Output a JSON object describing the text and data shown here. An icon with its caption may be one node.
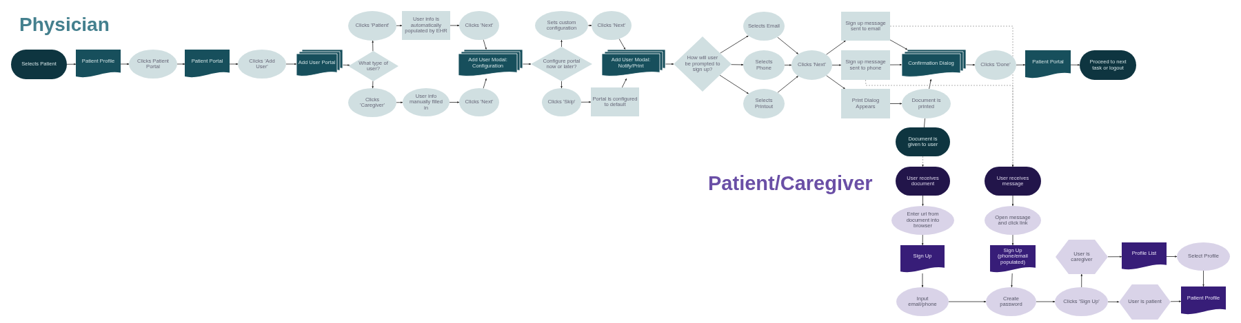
{
  "diagram": {
    "nodes": [
      {
        "text": [
          "Selects Patient"
        ]
      },
      {
        "text": [
          "Patient Profile"
        ]
      },
      {
        "text": [
          "Clicks Patient Portal"
        ]
      },
      {
        "text": [
          "Patient Portal"
        ]
      },
      {
        "text": [
          "Clicks 'Add User'"
        ]
      },
      {
        "text": [
          "Add User Portal"
        ]
      },
      {
        "text": [
          "What type of user?"
        ]
      },
      {
        "text": [
          "Clicks 'Patient'"
        ]
      },
      {
        "text": [
          "User info is automatically populated by EHR"
        ]
      },
      {
        "text": [
          "Clicks 'Next'"
        ]
      },
      {
        "text": [
          "Clicks 'Caregiver'"
        ]
      },
      {
        "text": [
          "User info manually filled in"
        ]
      },
      {
        "text": [
          "Clicks 'Next'"
        ]
      },
      {
        "text": [
          "Add User Modal: Configuration"
        ]
      },
      {
        "text": [
          "Configure portal now or later?"
        ]
      },
      {
        "text": [
          "Sets custom configuration"
        ]
      },
      {
        "text": [
          "Clicks 'Next'"
        ]
      },
      {
        "text": [
          "Clicks 'Skip'"
        ]
      },
      {
        "text": [
          "Portal is configured to default"
        ]
      },
      {
        "text": [
          "Add User Modal: Notify/Print"
        ]
      },
      {
        "text": [
          "How will user be prompted to sign up?"
        ]
      },
      {
        "text": [
          "Selects Email"
        ]
      },
      {
        "text": [
          "Selects Phone"
        ]
      },
      {
        "text": [
          "Selects Printout"
        ]
      },
      {
        "text": [
          "Clicks 'Next'"
        ]
      },
      {
        "text": [
          "Sign up message sent to email"
        ]
      },
      {
        "text": [
          "Sign up message sent to phone"
        ]
      },
      {
        "text": [
          "Print Dialog Appears"
        ]
      },
      {
        "text": [
          "Confirmation Dialog"
        ]
      },
      {
        "text": [
          "Document is printed"
        ]
      },
      {
        "text": [
          "Clicks 'Done'"
        ]
      },
      {
        "text": [
          "Patient Portal"
        ]
      },
      {
        "text": [
          "Proceed to next task or logout"
        ]
      },
      {
        "text": [
          "Document is given to user"
        ]
      },
      {
        "text": [
          "User receives document"
        ]
      },
      {
        "text": [
          "User receives message"
        ]
      },
      {
        "text": [
          "Enter url from document into browser"
        ]
      },
      {
        "text": [
          "Open message and click link"
        ]
      },
      {
        "text": [
          "Sign Up"
        ]
      },
      {
        "text": [
          "Sign Up (phone/email populated)"
        ]
      },
      {
        "text": [
          "Input email/phone"
        ]
      },
      {
        "text": [
          "Create password"
        ]
      },
      {
        "text": [
          "Clicks 'Sign Up'"
        ]
      },
      {
        "text": [
          "User is caregiver"
        ]
      },
      {
        "text": [
          "Profile List"
        ]
      },
      {
        "text": [
          "Select Profile"
        ]
      },
      {
        "text": [
          "User is patient"
        ]
      },
      {
        "text": [
          "Patient Profile"
        ]
      }
    ],
    "edges": [
      {
        "from": 0,
        "to": 1,
        "arrow": "to"
      },
      {
        "from": 1,
        "to": 2,
        "arrow": "to"
      },
      {
        "from": 2,
        "to": 3,
        "arrow": "to"
      },
      {
        "from": 3,
        "to": 4,
        "arrow": "to"
      },
      {
        "from": 4,
        "to": 5,
        "arrow": "to"
      },
      {
        "from": 5,
        "to": 6,
        "arrow": "to"
      },
      {
        "from": 6,
        "to": 7,
        "arrow": "to"
      },
      {
        "from": 6,
        "to": 10,
        "arrow": "to"
      },
      {
        "from": 7,
        "to": 8,
        "arrow": "to"
      },
      {
        "from": 8,
        "to": 9,
        "arrow": "to"
      },
      {
        "from": 9,
        "to": 13,
        "arrow": "to"
      },
      {
        "from": 10,
        "to": 11,
        "arrow": "to"
      },
      {
        "from": 11,
        "to": 12,
        "arrow": "to"
      },
      {
        "from": 12,
        "to": 13,
        "arrow": "to"
      },
      {
        "from": 13,
        "to": 14,
        "arrow": "to"
      },
      {
        "from": 14,
        "to": 15,
        "arrow": "to"
      },
      {
        "from": 14,
        "to": 17,
        "arrow": "to"
      },
      {
        "from": 15,
        "to": 16,
        "arrow": "to"
      },
      {
        "from": 16,
        "to": 19,
        "arrow": "to"
      },
      {
        "from": 17,
        "to": 18,
        "arrow": "to"
      },
      {
        "from": 18,
        "to": 19,
        "arrow": "to"
      },
      {
        "from": 19,
        "to": 20,
        "arrow": "to"
      },
      {
        "from": 20,
        "to": 21,
        "arrow": "to"
      },
      {
        "from": 20,
        "to": 22,
        "arrow": "to"
      },
      {
        "from": 20,
        "to": 23,
        "arrow": "to"
      },
      {
        "from": 21,
        "to": 24,
        "arrow": "to"
      },
      {
        "from": 22,
        "to": 24,
        "arrow": "to"
      },
      {
        "from": 23,
        "to": 24,
        "arrow": "to"
      },
      {
        "from": 24,
        "to": 25,
        "arrow": "to"
      },
      {
        "from": 24,
        "to": 26,
        "arrow": "to"
      },
      {
        "from": 24,
        "to": 27,
        "arrow": "to"
      },
      {
        "from": 25,
        "to": 28,
        "arrow": "to"
      },
      {
        "from": 26,
        "to": 28,
        "arrow": "to"
      },
      {
        "from": 27,
        "to": 29,
        "arrow": "to"
      },
      {
        "from": 29,
        "to": 28,
        "arrow": "to"
      },
      {
        "from": 28,
        "to": 30,
        "arrow": "to"
      },
      {
        "from": 30,
        "to": 31,
        "arrow": "to"
      },
      {
        "from": 31,
        "to": 32,
        "arrow": "to"
      },
      {
        "from": 29,
        "to": 33,
        "arrow": "none"
      },
      {
        "from": 33,
        "to": 34,
        "arrow": "to",
        "style": "dashed",
        "color": "#999999"
      },
      {
        "from": 25,
        "to": 35,
        "arrow": "to",
        "style": "dashed",
        "color": "#999999"
      },
      {
        "from": 26,
        "to": 35,
        "arrow": "to",
        "style": "dashed",
        "color": "#999999"
      },
      {
        "from": 34,
        "to": 36,
        "arrow": "to"
      },
      {
        "from": 36,
        "to": 38,
        "arrow": "to"
      },
      {
        "from": 38,
        "to": 40,
        "arrow": "to"
      },
      {
        "from": 35,
        "to": 37,
        "arrow": "to"
      },
      {
        "from": 37,
        "to": 39,
        "arrow": "to"
      },
      {
        "from": 39,
        "to": 41,
        "arrow": "to"
      },
      {
        "from": 40,
        "to": 41,
        "arrow": "to"
      },
      {
        "from": 41,
        "to": 42,
        "arrow": "to"
      },
      {
        "from": 42,
        "to": 43,
        "arrow": "to"
      },
      {
        "from": 42,
        "to": 46,
        "arrow": "to"
      },
      {
        "from": 43,
        "to": 44,
        "arrow": "to"
      },
      {
        "from": 44,
        "to": 45,
        "arrow": "to"
      },
      {
        "from": 45,
        "to": 47,
        "arrow": "to"
      },
      {
        "from": 46,
        "to": 47,
        "arrow": "to"
      }
    ],
    "labels": [
      "Physician",
      "Patient/Caregiver"
    ]
  }
}
